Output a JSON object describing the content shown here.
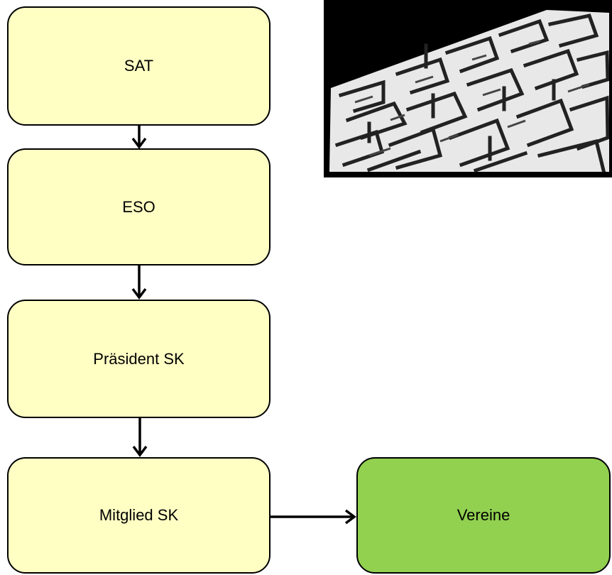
{
  "diagram": {
    "nodes": {
      "sat": {
        "label": "SAT"
      },
      "eso": {
        "label": "ESO"
      },
      "praesident_sk": {
        "label": "Präsident SK"
      },
      "mitglied_sk": {
        "label": "Mitglied SK"
      },
      "vereine": {
        "label": "Vereine"
      }
    },
    "edges": [
      {
        "from": "SAT",
        "to": "ESO"
      },
      {
        "from": "ESO",
        "to": "Präsident SK"
      },
      {
        "from": "Präsident SK",
        "to": "Mitglied SK"
      },
      {
        "from": "Mitglied SK",
        "to": "Vereine"
      }
    ],
    "colors": {
      "node_fill": "#ffffc4",
      "highlight_fill": "#92d050",
      "stroke": "#000000"
    }
  },
  "image": {
    "subject": "maze-icon"
  }
}
